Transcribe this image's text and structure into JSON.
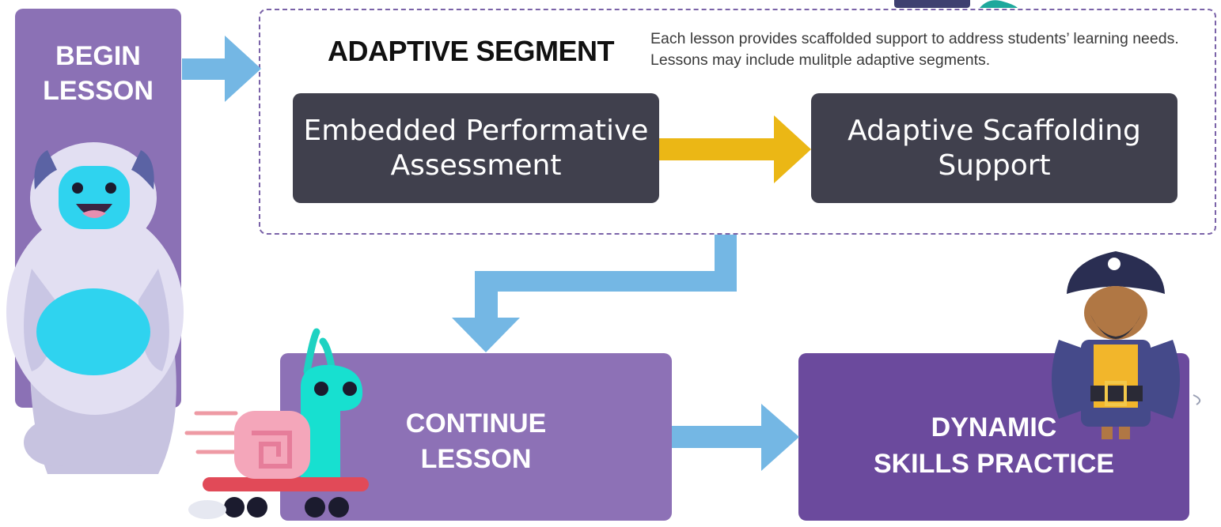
{
  "begin": {
    "label": "BEGIN\nLESSON"
  },
  "segment": {
    "title": "ADAPTIVE SEGMENT",
    "description": "Each lesson provides scaffolded support to address students’ learning needs. Lessons may include mulitple adaptive segments."
  },
  "boxes": {
    "assessment": "Embedded Performative\nAssessment",
    "scaffolding": "Adaptive Scaffolding\nSupport"
  },
  "continue": {
    "label": "CONTINUE\nLESSON"
  },
  "dynamic": {
    "label": "DYNAMIC\nSKILLS PRACTICE"
  },
  "colors": {
    "begin_panel": "#8b71b5",
    "continue_panel": "#8d71b6",
    "dynamic_panel": "#6b4a9d",
    "dark_box": "#40404d",
    "blue_arrow": "#74b7e4",
    "yellow_arrow": "#ebb715",
    "dashed_border": "#7a62a8"
  },
  "characters": [
    "yeti-icon",
    "snail-icon",
    "pirate-icon"
  ]
}
